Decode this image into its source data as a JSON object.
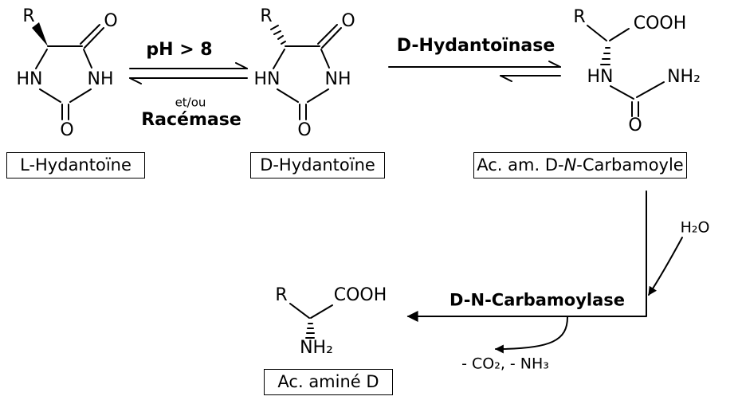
{
  "compounds": {
    "l_hydantoin": {
      "name": "L-Hydantoïne",
      "atoms": {
        "r": "R",
        "o_top": "O",
        "hn": "HN",
        "nh": "NH",
        "o_bottom": "O"
      }
    },
    "d_hydantoin": {
      "name": "D-Hydantoïne",
      "atoms": {
        "r": "R",
        "o_top": "O",
        "hn": "HN",
        "nh": "NH",
        "o_bottom": "O"
      }
    },
    "n_carbamoyl": {
      "name_pre": "Ac. am. D-",
      "name_italic": "N",
      "name_post": "-Carbamoyle",
      "atoms": {
        "r": "R",
        "cooh": "COOH",
        "hn": "HN",
        "nh2": "NH₂",
        "o": "O"
      }
    },
    "d_amino_acid": {
      "name": "Ac. aminé D",
      "atoms": {
        "r": "R",
        "cooh": "COOH",
        "nh2": "NH₂"
      }
    }
  },
  "reactions": {
    "racemization": {
      "condition": "pH > 8",
      "connector": "et/ou",
      "enzyme": "Racémase"
    },
    "hydantoinase": {
      "enzyme": "D-Hydantoïnase"
    },
    "carbamoylase": {
      "enzyme": "D-N-Carbamoylase",
      "reagent": "H₂O",
      "byproducts": "- CO₂, - NH₃"
    }
  }
}
